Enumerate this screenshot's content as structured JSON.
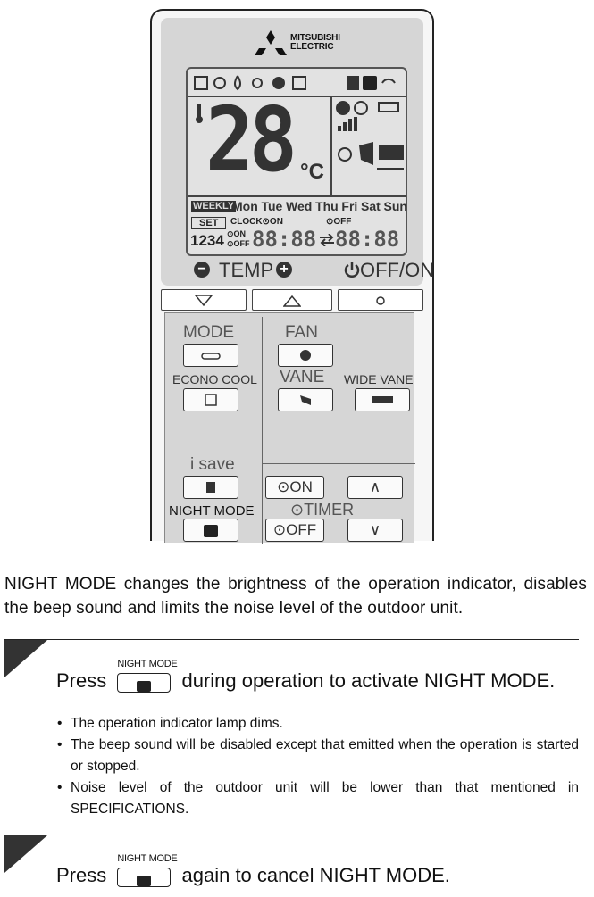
{
  "remote": {
    "brand_line1": "MITSUBISHI",
    "brand_line2": "ELECTRIC",
    "lcd": {
      "temperature": "28",
      "unit": "°C",
      "weekly": "WEEKLY",
      "days": [
        "Mon",
        "Tue",
        "Wed",
        "Thu",
        "Fri",
        "Sat",
        "Sun"
      ],
      "set": "SET",
      "clock_on": "CLOCK⊙ON",
      "off": "⊙OFF",
      "program_numbers": "1234",
      "on_small": "⊙ON",
      "off_small": "⊙OFF",
      "time_on": "88:88",
      "time_off": "88:88"
    },
    "controls": {
      "temp_label": "TEMP",
      "minus": "−",
      "plus": "+",
      "power_label": "OFF/ON",
      "power_icon": "power-icon"
    },
    "buttons": {
      "mode": "MODE",
      "fan": "FAN",
      "econo_cool": "ECONO COOL",
      "vane": "VANE",
      "wide_vane": "WIDE VANE",
      "i_save": "i save",
      "on_button": "⊙ON",
      "night_mode": "NIGHT MODE",
      "timer": "⊙TIMER",
      "off_button": "⊙OFF",
      "up": "∧",
      "down": "∨"
    }
  },
  "intro_text": "NIGHT MODE changes the brightness of the operation indicator, disables the beep sound and limits the noise level of the outdoor unit.",
  "step1": {
    "press": "Press",
    "key_label": "NIGHT MODE",
    "rest": "during operation to activate NIGHT MODE."
  },
  "bullets": [
    "The operation indicator lamp dims.",
    "The beep sound will be disabled except that emitted when the operation is started or stopped.",
    "Noise level of the outdoor unit will be lower than that mentioned in SPECIFICATIONS."
  ],
  "step2": {
    "press": "Press",
    "key_label": "NIGHT MODE",
    "rest": "again to cancel NIGHT MODE."
  }
}
